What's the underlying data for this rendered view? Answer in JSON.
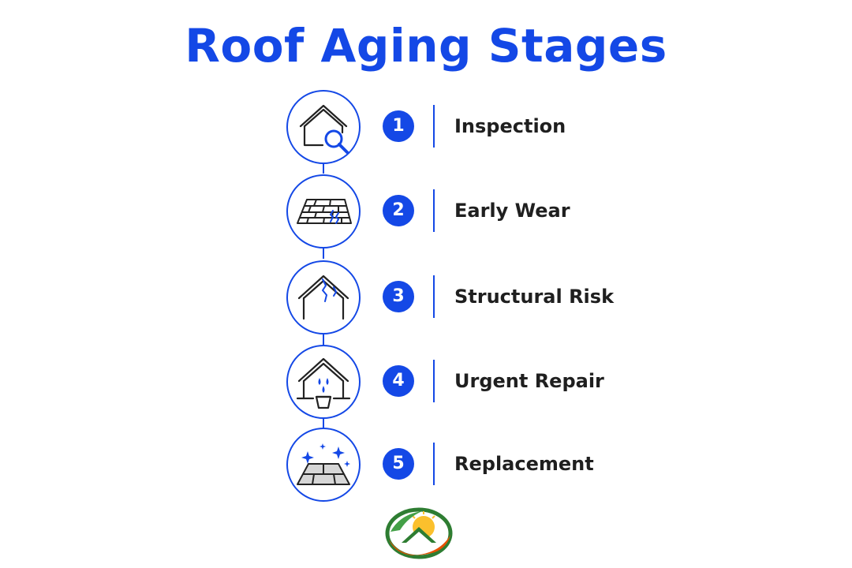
{
  "title": "Roof Aging Stages",
  "colors": {
    "accent": "#1448e6",
    "text": "#1f1f1f",
    "background": "#ffffff"
  },
  "stages": [
    {
      "number": "1",
      "label": "Inspection",
      "icon": "house-magnifier-icon"
    },
    {
      "number": "2",
      "label": "Early Wear",
      "icon": "cracked-shingles-icon"
    },
    {
      "number": "3",
      "label": "Structural Risk",
      "icon": "cracked-roof-icon"
    },
    {
      "number": "4",
      "label": "Urgent Repair",
      "icon": "leaking-roof-bucket-icon"
    },
    {
      "number": "5",
      "label": "Replacement",
      "icon": "new-roof-sparkle-icon"
    }
  ],
  "logo": {
    "icon": "company-logo-icon"
  }
}
